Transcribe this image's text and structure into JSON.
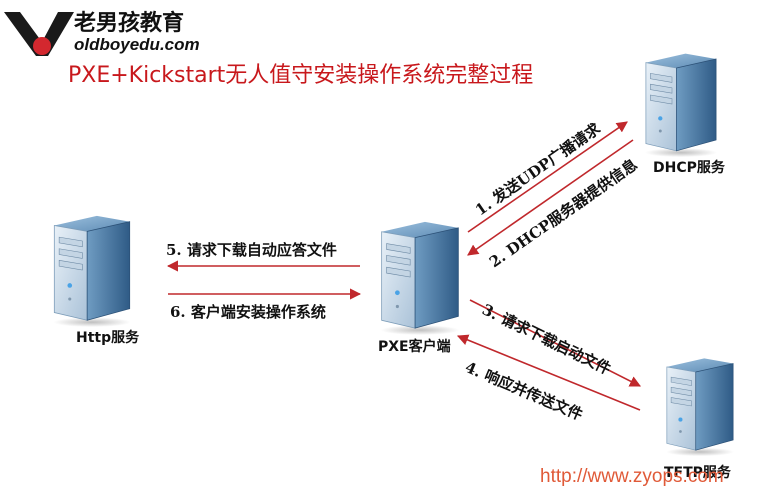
{
  "brand": {
    "name_cn": "老男孩教育",
    "domain": "oldboyedu.com"
  },
  "title": "PXE+Kickstart无人值守安装操作系统完整过程",
  "nodes": {
    "http": "Http服务",
    "pxe_client": "PXE客户端",
    "dhcp": "DHCP服务",
    "tftp": "TFTP服务"
  },
  "steps": [
    {
      "label": "1. 发送UDP广播请求"
    },
    {
      "label": "2. DHCP服务器提供信息"
    },
    {
      "label": "3. 请求下载启动文件"
    },
    {
      "label": "4. 响应并传送文件"
    },
    {
      "label": "5. 请求下载自动应答文件"
    },
    {
      "label": "6. 客户端安装操作系统"
    }
  ],
  "watermark": "http://www.zyops.com",
  "colors": {
    "title": "#c8181c",
    "arrows": "#c0282c",
    "watermark": "#e05a38",
    "logo_red": "#d3282f",
    "server_body": "#3d6b96"
  },
  "icons": [
    "logo-v-icon",
    "server-icon"
  ]
}
